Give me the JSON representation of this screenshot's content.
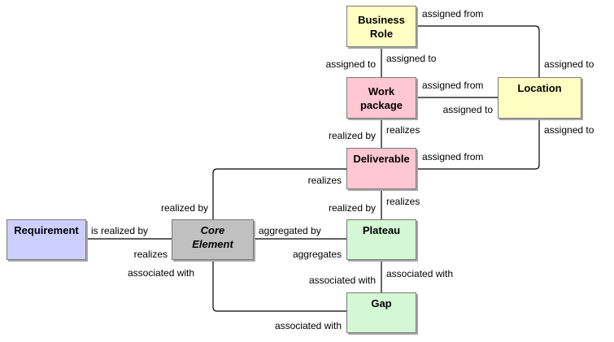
{
  "nodes": {
    "business_role": "Business\nRole",
    "work_package": "Work\npackage",
    "location": "Location",
    "deliverable": "Deliverable",
    "requirement": "Requirement",
    "core_element": "Core\nElement",
    "plateau": "Plateau",
    "gap": "Gap"
  },
  "labels": {
    "br_assigned_from": "assigned from",
    "br_wp_assigned_to_left": "assigned to",
    "br_wp_assigned_to_right": "assigned to",
    "loc_assigned_to_top": "assigned to",
    "wp_loc_assigned_from": "assigned from",
    "wp_loc_assigned_to": "assigned to",
    "wp_realized_by": "realized by",
    "wp_realizes": "realizes",
    "loc_assigned_to_bottom": "assigned to",
    "del_assigned_from": "assigned from",
    "del_realizes_left": "realizes",
    "ce_realized_by_top": "realized by",
    "del_realized_by": "realized by",
    "del_realizes_right": "realizes",
    "req_is_realized_by": "is realized by",
    "req_realizes": "realizes",
    "ce_aggregated_by": "aggregated by",
    "pl_aggregates": "aggregates",
    "ce_associated_with": "associated with",
    "pl_gap_associated_with_left": "associated with",
    "pl_gap_associated_with_right": "associated with",
    "gap_associated_with": "associated with"
  },
  "colors": {
    "yellow": "#ffffc4",
    "pink": "#ffc7d1",
    "green": "#d3f8d3",
    "blue": "#cccfff",
    "gray": "#c0c0c0",
    "line": "#000000"
  }
}
